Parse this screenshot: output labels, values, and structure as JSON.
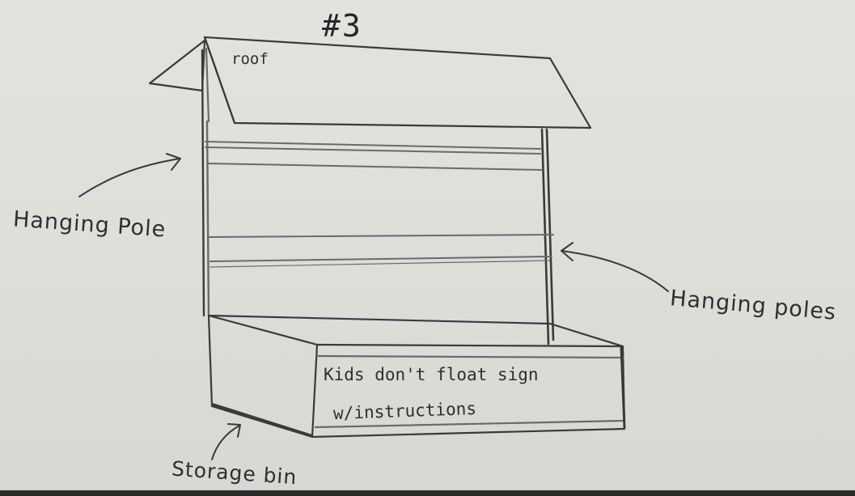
{
  "title": "#3",
  "labels": {
    "roof": "roof",
    "hanging_pole": "Hanging Pole",
    "hanging_poles": "Hanging poles",
    "sign_line1": "Kids don't float sign",
    "sign_line2": "w/instructions",
    "storage_bin": "Storage bin"
  }
}
